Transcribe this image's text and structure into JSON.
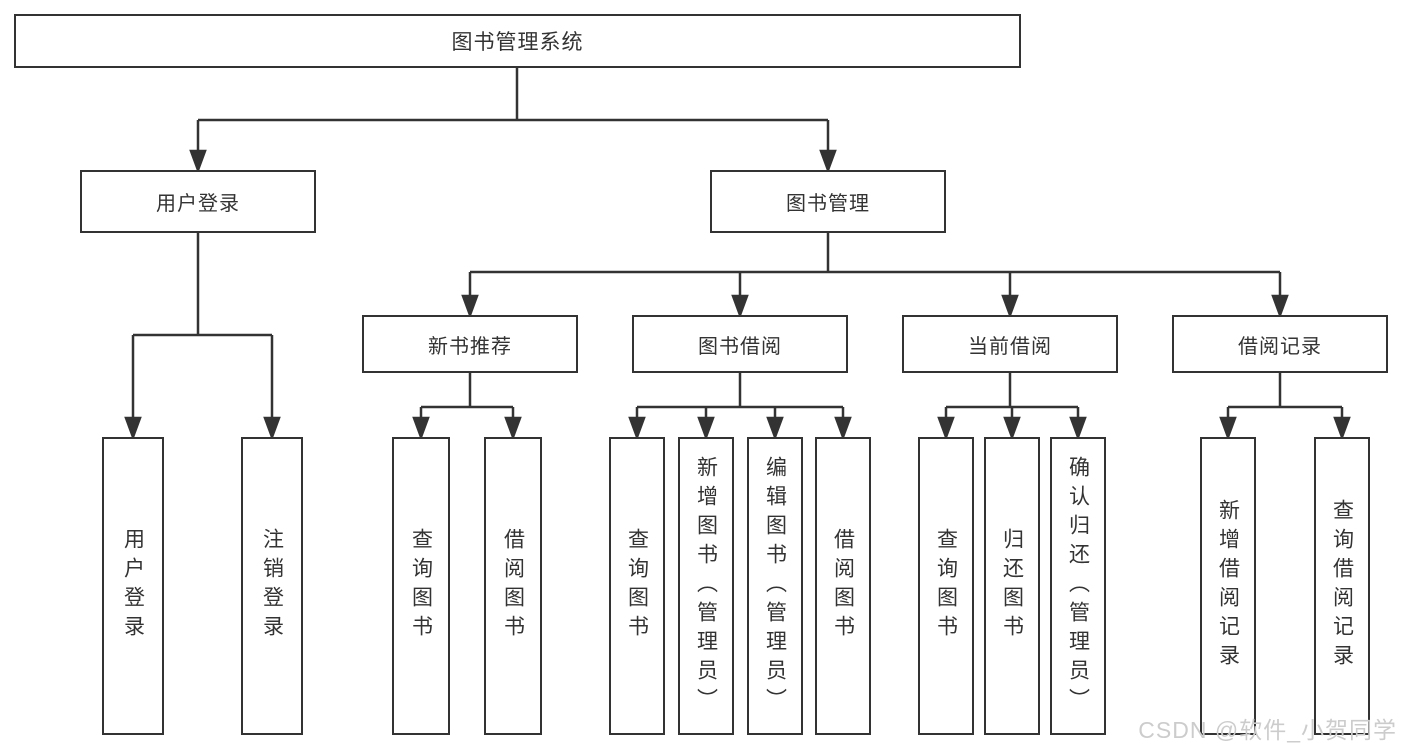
{
  "diagram": {
    "root": {
      "label": "图书管理系统"
    },
    "level2": [
      {
        "label": "用户登录"
      },
      {
        "label": "图书管理"
      }
    ],
    "level3": [
      {
        "label": "新书推荐"
      },
      {
        "label": "图书借阅"
      },
      {
        "label": "当前借阅"
      },
      {
        "label": "借阅记录"
      }
    ],
    "leaves": [
      {
        "label": "用户登录"
      },
      {
        "label": "注销登录"
      },
      {
        "label": "查询图书"
      },
      {
        "label": "借阅图书"
      },
      {
        "label": "查询图书"
      },
      {
        "label": "新增图书（管理员）"
      },
      {
        "label": "编辑图书（管理员）"
      },
      {
        "label": "借阅图书"
      },
      {
        "label": "查询图书"
      },
      {
        "label": "归还图书"
      },
      {
        "label": "确认归还（管理员）"
      },
      {
        "label": "新增借阅记录"
      },
      {
        "label": "查询借阅记录"
      }
    ],
    "watermark": "CSDN @软件_小贺同学",
    "colors": {
      "line": "#333333",
      "text": "#333333",
      "background": "#ffffff",
      "watermark": "#cccccc"
    }
  }
}
